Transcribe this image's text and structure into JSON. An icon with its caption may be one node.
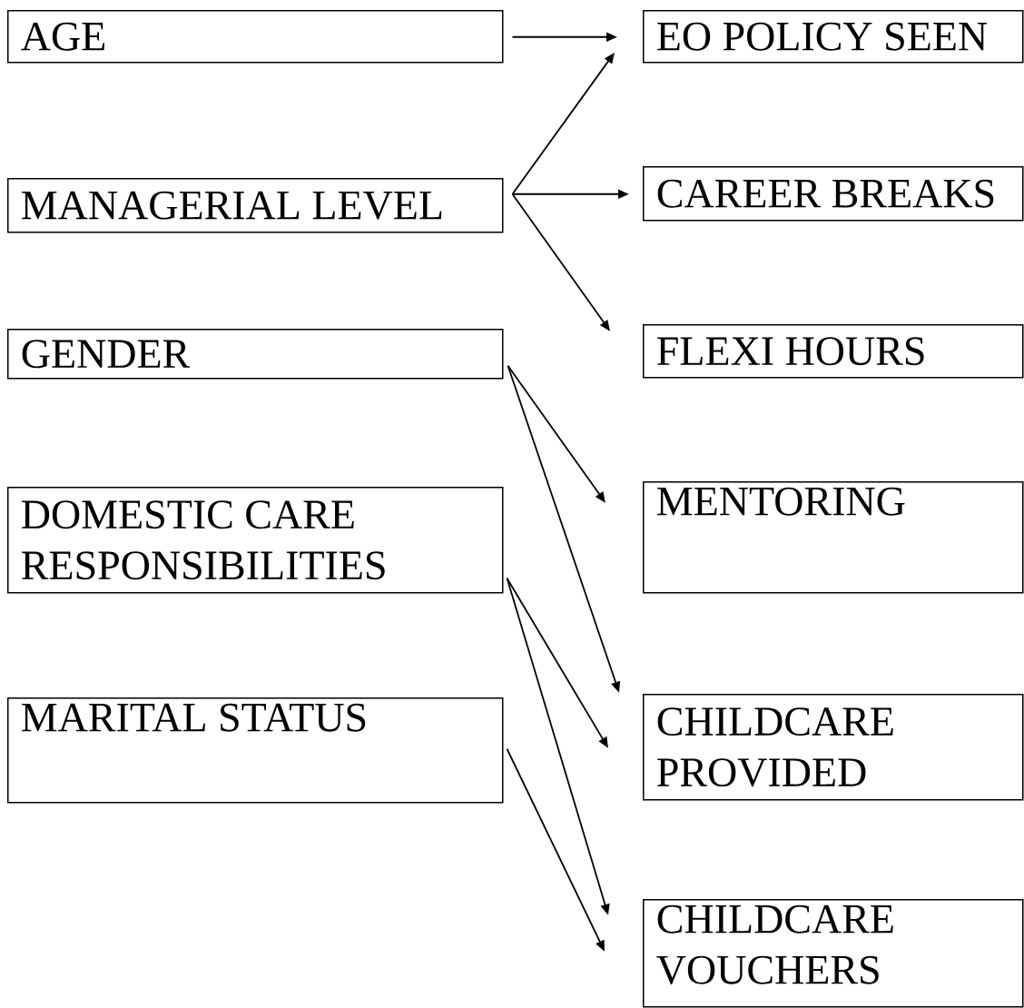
{
  "diagram": {
    "nodes": [
      {
        "text": [
          "AGE"
        ]
      },
      {
        "text": [
          "MANAGERIAL LEVEL"
        ]
      },
      {
        "text": [
          "GENDER"
        ]
      },
      {
        "text": [
          "DOMESTIC CARE RESPONSIBILITIES"
        ]
      },
      {
        "text": [
          "MARITAL STATUS"
        ]
      },
      {
        "text": [
          "EO POLICY SEEN"
        ]
      },
      {
        "text": [
          "CAREER BREAKS"
        ]
      },
      {
        "text": [
          "FLEXI HOURS"
        ]
      },
      {
        "text": [
          "MENTORING"
        ]
      },
      {
        "text": [
          "CHILDCARE PROVIDED"
        ]
      },
      {
        "text": [
          "CHILDCARE VOUCHERS"
        ]
      }
    ],
    "edges": [
      {
        "from": 0,
        "to": 5,
        "arrow": "to"
      },
      {
        "from": 1,
        "to": 5,
        "arrow": "to"
      },
      {
        "from": 1,
        "to": 6,
        "arrow": "to"
      },
      {
        "from": 1,
        "to": 7,
        "arrow": "to"
      },
      {
        "from": 2,
        "to": 8,
        "arrow": "to"
      },
      {
        "from": 2,
        "to": 9,
        "arrow": "to"
      },
      {
        "from": 3,
        "to": 9,
        "arrow": "to"
      },
      {
        "from": 3,
        "to": 10,
        "arrow": "to"
      },
      {
        "from": 4,
        "to": 10,
        "arrow": "to"
      }
    ]
  }
}
